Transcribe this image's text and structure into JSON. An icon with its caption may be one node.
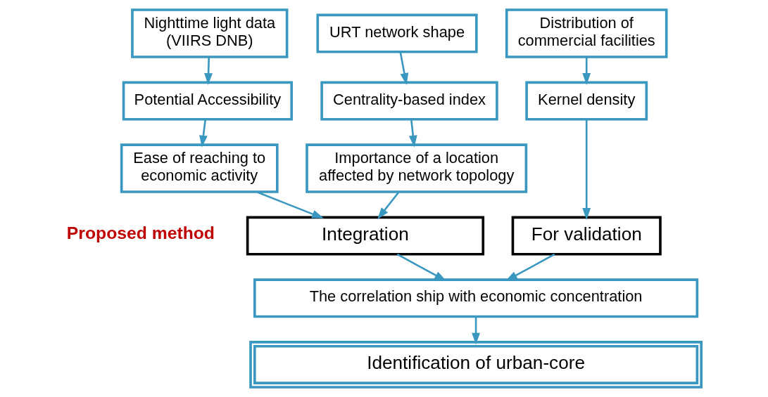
{
  "diagram": {
    "nodes": [
      {
        "text": [
          "Nighttime light data (VIIRS DNB)"
        ]
      },
      {
        "text": [
          "URT network shape"
        ]
      },
      {
        "text": [
          "Distribution of commercial facilities"
        ]
      },
      {
        "text": [
          "Potential Accessibility"
        ]
      },
      {
        "text": [
          "Centrality-based index"
        ]
      },
      {
        "text": [
          "Kernel density"
        ]
      },
      {
        "text": [
          "Ease of reaching to economic activity"
        ]
      },
      {
        "text": [
          "Importance of a location affected by network topology"
        ]
      },
      {
        "text": [
          "Integration"
        ],
        "beside": [
          "Proposed method"
        ]
      },
      {
        "text": [
          "For validation"
        ]
      },
      {
        "text": [
          "The correlation ship with economic concentration"
        ]
      },
      {
        "text": [
          "Identification of urban-core"
        ]
      }
    ],
    "edges": [
      {
        "from": 0,
        "to": 3,
        "arrow": "to"
      },
      {
        "from": 3,
        "to": 6,
        "arrow": "to"
      },
      {
        "from": 1,
        "to": 4,
        "arrow": "to"
      },
      {
        "from": 4,
        "to": 7,
        "arrow": "to"
      },
      {
        "from": 2,
        "to": 5,
        "arrow": "to"
      },
      {
        "from": 5,
        "to": 9,
        "arrow": "to"
      },
      {
        "from": 6,
        "to": 8,
        "arrow": "to"
      },
      {
        "from": 7,
        "to": 8,
        "arrow": "to"
      },
      {
        "from": 8,
        "to": 10,
        "arrow": "to"
      },
      {
        "from": 9,
        "to": 10,
        "arrow": "to"
      },
      {
        "from": 10,
        "to": 11,
        "arrow": "to"
      }
    ]
  }
}
